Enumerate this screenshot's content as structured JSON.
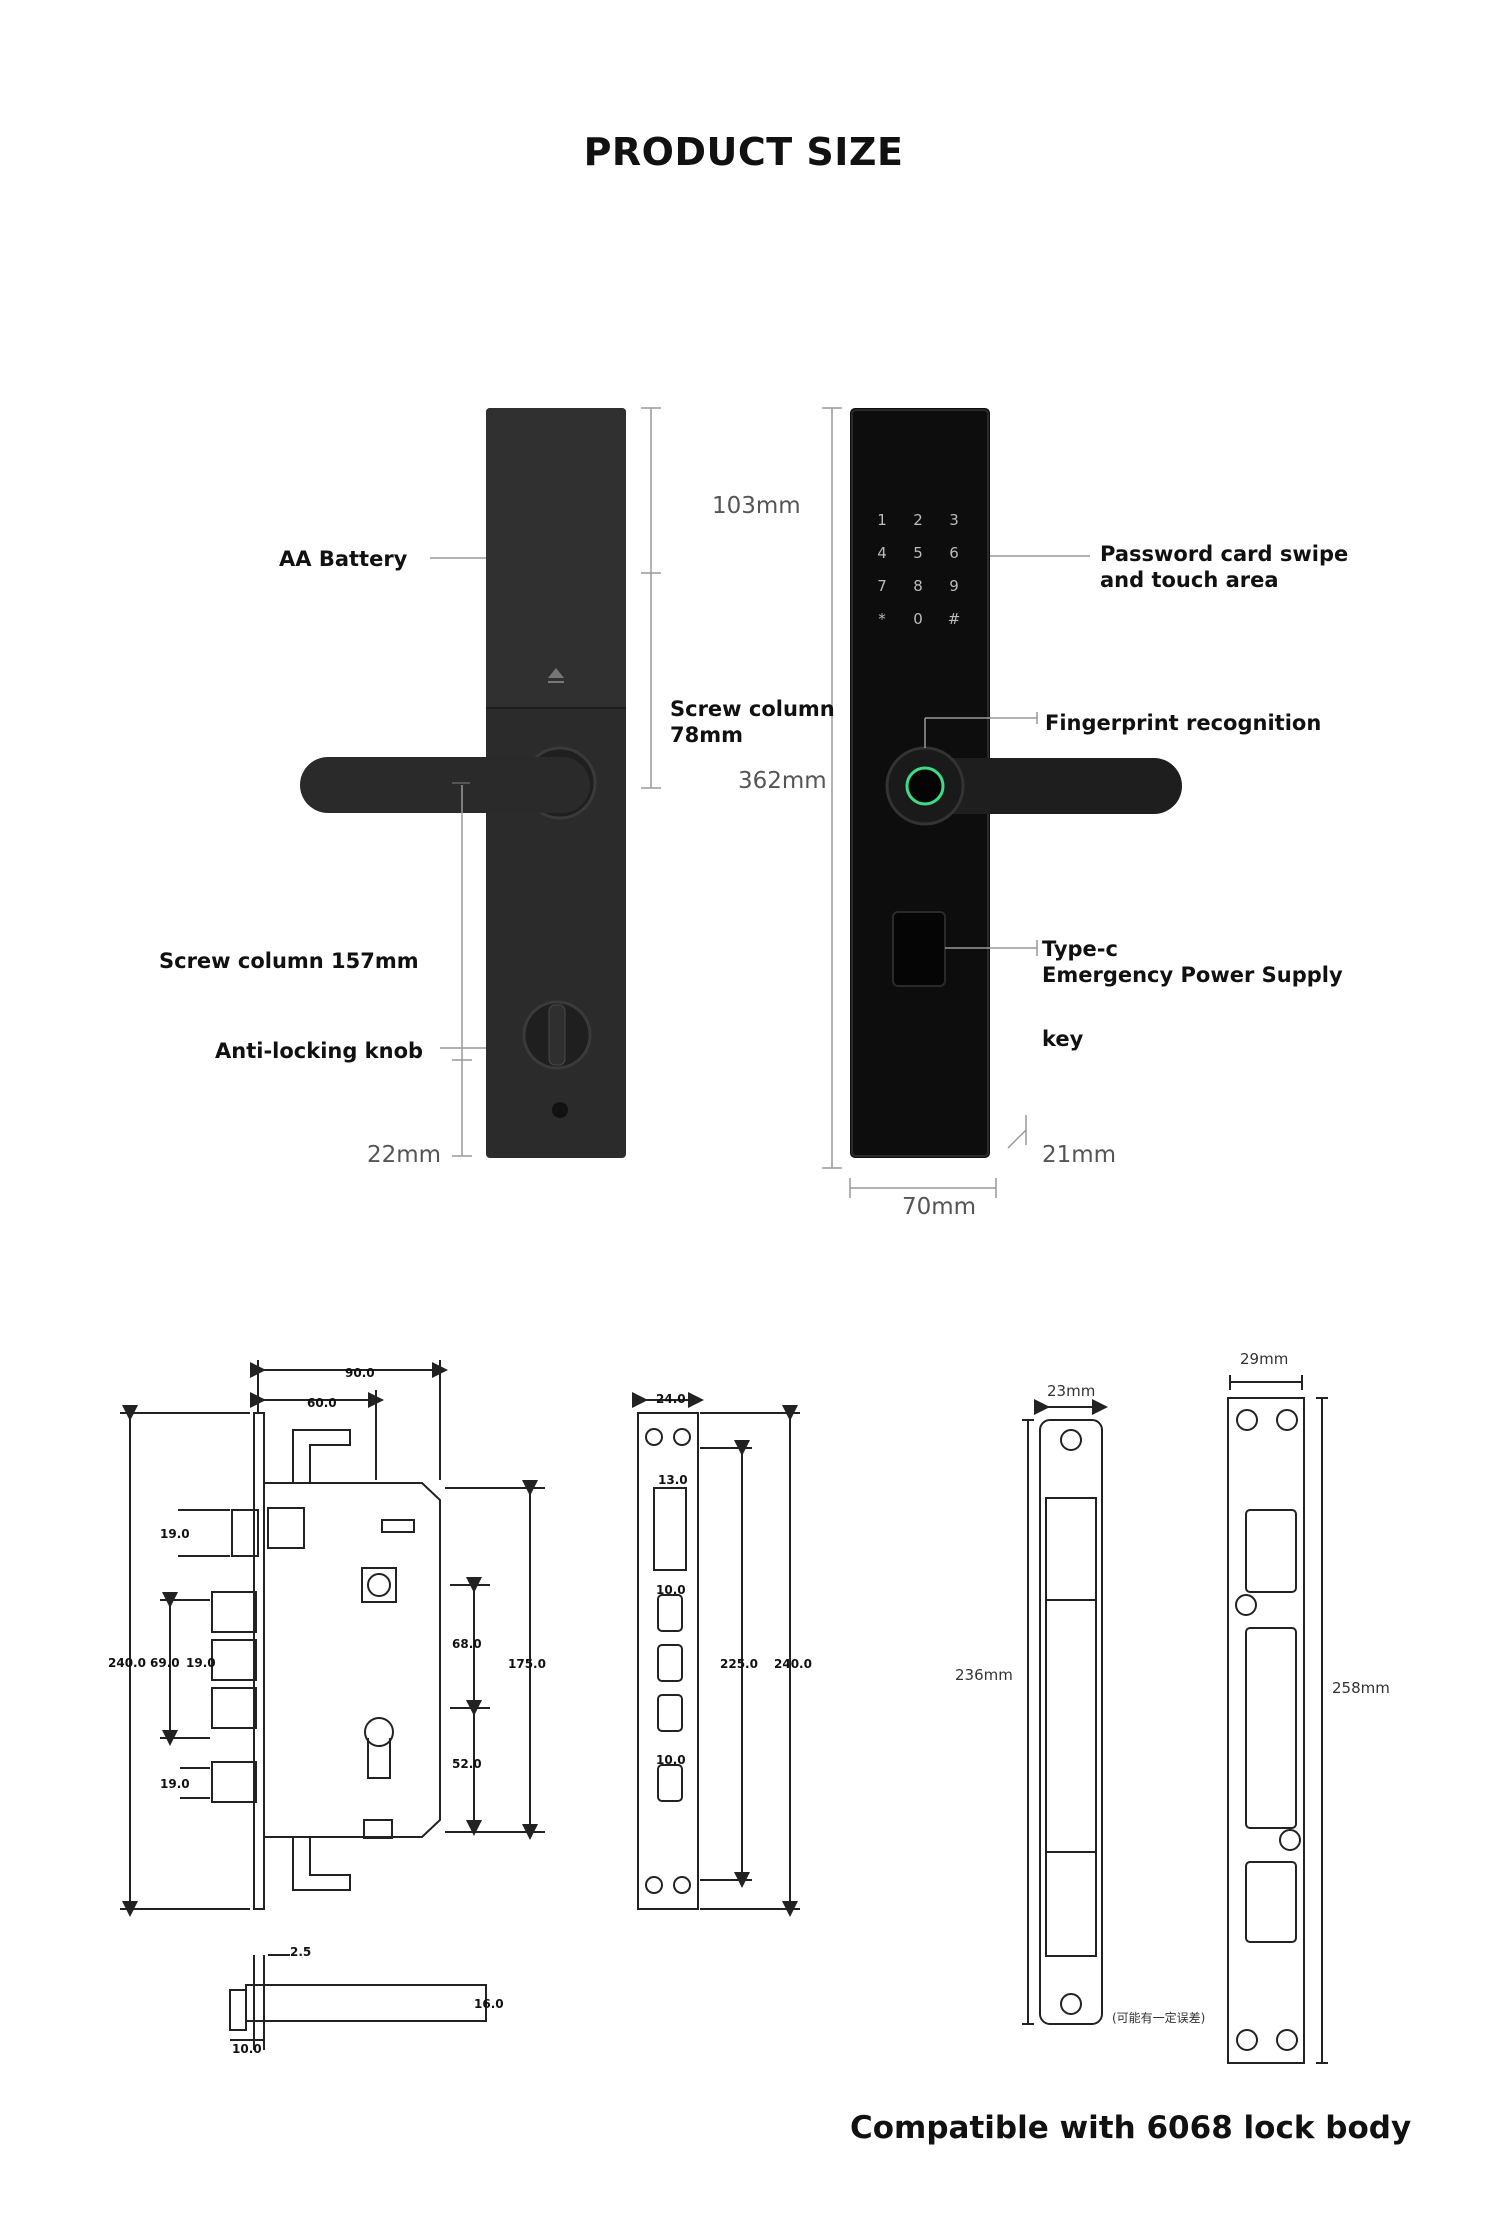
{
  "title": "PRODUCT SIZE",
  "lock": {
    "back_labels": {
      "aa_battery": "AA Battery",
      "screw_column_78": "Screw column",
      "screw_column_78_value": "78mm",
      "screw_column_157": "Screw column  157mm",
      "anti_locking_knob": "Anti-locking knob",
      "dim_103": "103mm",
      "dim_362": "362mm",
      "dim_22": "22mm"
    },
    "front_labels": {
      "password_line1": "Password card swipe",
      "password_line2": "and touch area",
      "fingerprint": "Fingerprint recognition",
      "typec": "Type-c",
      "emergency": "Emergency Power Supply",
      "key": "key",
      "dim_21": "21mm",
      "dim_70": "70mm"
    },
    "keypad": [
      "1",
      "2",
      "3",
      "4",
      "5",
      "6",
      "7",
      "8",
      "9",
      "*",
      "0",
      "#"
    ],
    "colors": {
      "body": "#2b2b2b",
      "front": "#0d0d0d",
      "finger_ring": "#3ddc84"
    }
  },
  "mortise": {
    "dims": {
      "d90": "90.0",
      "d60": "60.0",
      "d240": "240.0",
      "d69": "69.0",
      "d19a": "19.0",
      "d19b": "19.0",
      "d19c": "19.0",
      "d68": "68.0",
      "d52": "52.0",
      "d175": "175.0",
      "d24": "24.0",
      "d13": "13.0",
      "d10a": "10.0",
      "d10b": "10.0",
      "d225": "225.0",
      "d240b": "240.0",
      "d2_5": "2.5",
      "d16": "16.0",
      "d10c": "10.0"
    }
  },
  "strike": {
    "d23": "23mm",
    "d29": "29mm",
    "d236": "236mm",
    "d258": "258mm",
    "note": "(可能有一定误差)"
  },
  "footer": "Compatible with 6068 lock body"
}
